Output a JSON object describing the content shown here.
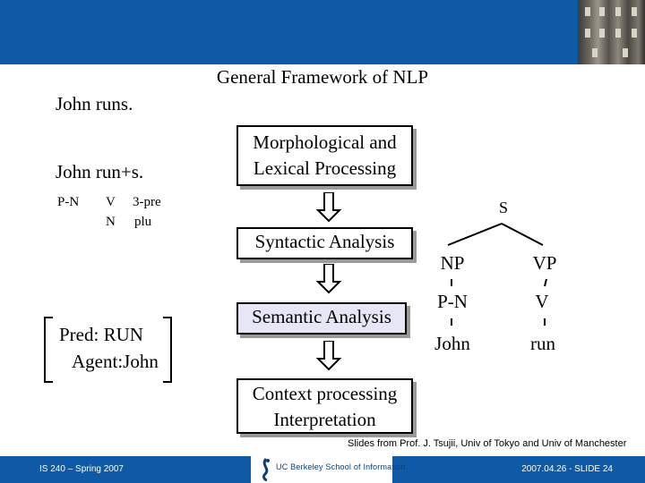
{
  "slide": {
    "title": "General Framework of NLP",
    "credit": "Slides from Prof. J. Tsujii, Univ of Tokyo and Univ of Manchester"
  },
  "left": {
    "sentence": "John runs.",
    "morph": "John run+s.",
    "tag_pn": "P-N",
    "tag_v": "V",
    "tag_3pre": "3-pre",
    "tag_n": "N",
    "tag_plu": "plu",
    "semantic_line1": "Pred: RUN",
    "semantic_line2": "Agent:John"
  },
  "pipeline": {
    "stage1_line1": "Morphological and",
    "stage1_line2": "Lexical Processing",
    "stage2": "Syntactic Analysis",
    "stage3": "Semantic Analysis",
    "stage4_line1": "Context processing",
    "stage4_line2": "Interpretation"
  },
  "tree": {
    "root": "S",
    "np": "NP",
    "vp": "VP",
    "pn": "P-N",
    "v": "V",
    "john": "John",
    "run": "run"
  },
  "footer": {
    "left": "IS 240 – Spring 2007",
    "logo_text": "UC Berkeley School of Information",
    "right": "2007.04.26 - SLIDE 24"
  },
  "colors": {
    "brand_blue": "#0f5aa6",
    "highlight_box": "#e6e6f6"
  }
}
